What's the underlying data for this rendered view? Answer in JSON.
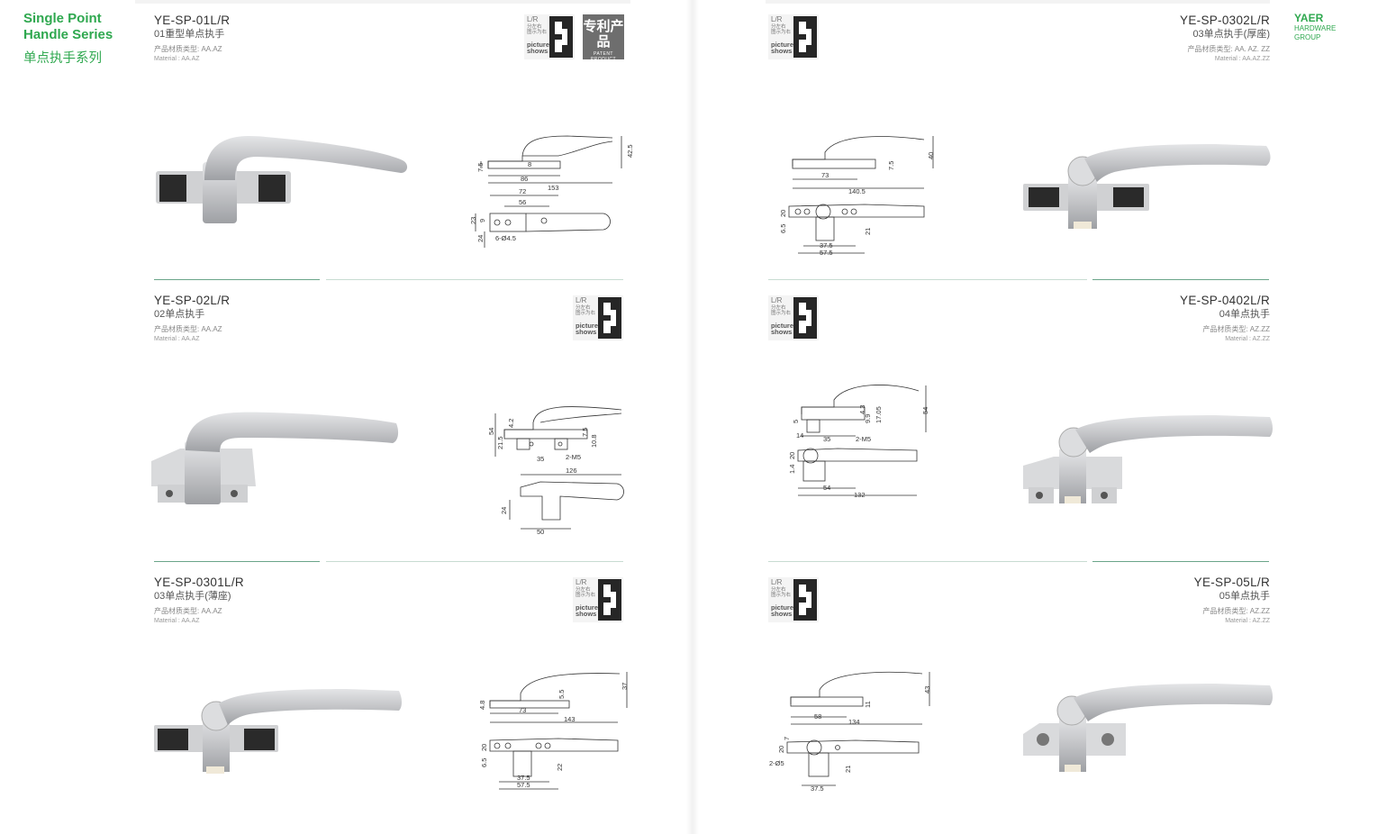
{
  "header": {
    "series_en_line1": "Single Point",
    "series_en_line2": "Handle Series",
    "series_cn": "单点执手系列",
    "brand_name": "YAER",
    "brand_sub1": "HARDWARE",
    "brand_sub2": "GROUP"
  },
  "badge": {
    "lr": "L/R",
    "cn_line1": "分左右",
    "cn_line2": "图示为右",
    "en_line1": "picture",
    "en_line2": "shows"
  },
  "patent": {
    "cn": "专利产品",
    "en": "PATENT PRODUCT"
  },
  "products": [
    {
      "code": "YE-SP-01L/R",
      "name_cn": "01重型单点执手",
      "material_cn": "产品材质类型:  AA.AZ",
      "material_en": "Material  : AA.AZ"
    },
    {
      "code": "YE-SP-02L/R",
      "name_cn": "02单点执手",
      "material_cn": "产品材质类型:  AA.AZ",
      "material_en": "Material  : AA.AZ"
    },
    {
      "code": "YE-SP-0301L/R",
      "name_cn": "03单点执手(薄座)",
      "material_cn": "产品材质类型:  AA.AZ",
      "material_en": "Material  : AA.AZ"
    },
    {
      "code": "YE-SP-0302L/R",
      "name_cn": "03单点执手(厚座)",
      "material_cn": "产品材质类型:  AA. AZ. ZZ",
      "material_en": "Material  : AA.AZ.ZZ"
    },
    {
      "code": "YE-SP-0402L/R",
      "name_cn": "04单点执手",
      "material_cn": "产品材质类型:  AZ.ZZ",
      "material_en": "Material  : AZ.ZZ"
    },
    {
      "code": "YE-SP-05L/R",
      "name_cn": "05单点执手",
      "material_cn": "产品材质类型:  AZ.ZZ",
      "material_en": "Material  : AZ.ZZ"
    }
  ],
  "dims": {
    "p01": [
      "7.5",
      "8",
      "86",
      "153",
      "42.5",
      "72",
      "56",
      "23",
      "9",
      "24",
      "6-Ø4.5"
    ],
    "p02": [
      "54",
      "4.2",
      "21.5",
      "7.5",
      "10.8",
      "35",
      "2-M5",
      "126",
      "24",
      "50"
    ],
    "p0301": [
      "4.8",
      "5.5",
      "37",
      "73",
      "143",
      "20",
      "6.5",
      "37.5",
      "57.5",
      "22"
    ],
    "p0302": [
      "7.5",
      "40",
      "73",
      "140.5",
      "20",
      "6.5",
      "37.5",
      "57.5",
      "21"
    ],
    "p0402": [
      "5",
      "4.3",
      "9.9",
      "17.05",
      "54",
      "14",
      "35",
      "2-M5",
      "20",
      "1.4",
      "54",
      "132"
    ],
    "p05": [
      "11",
      "43",
      "58",
      "134",
      "20",
      "7",
      "2-Ø5",
      "21",
      "37.5"
    ]
  },
  "colors": {
    "accent_green": "#2fa84f",
    "divider": "#c8dcd2",
    "metal": "#c9cacc",
    "insert": "#2a2a2a"
  }
}
